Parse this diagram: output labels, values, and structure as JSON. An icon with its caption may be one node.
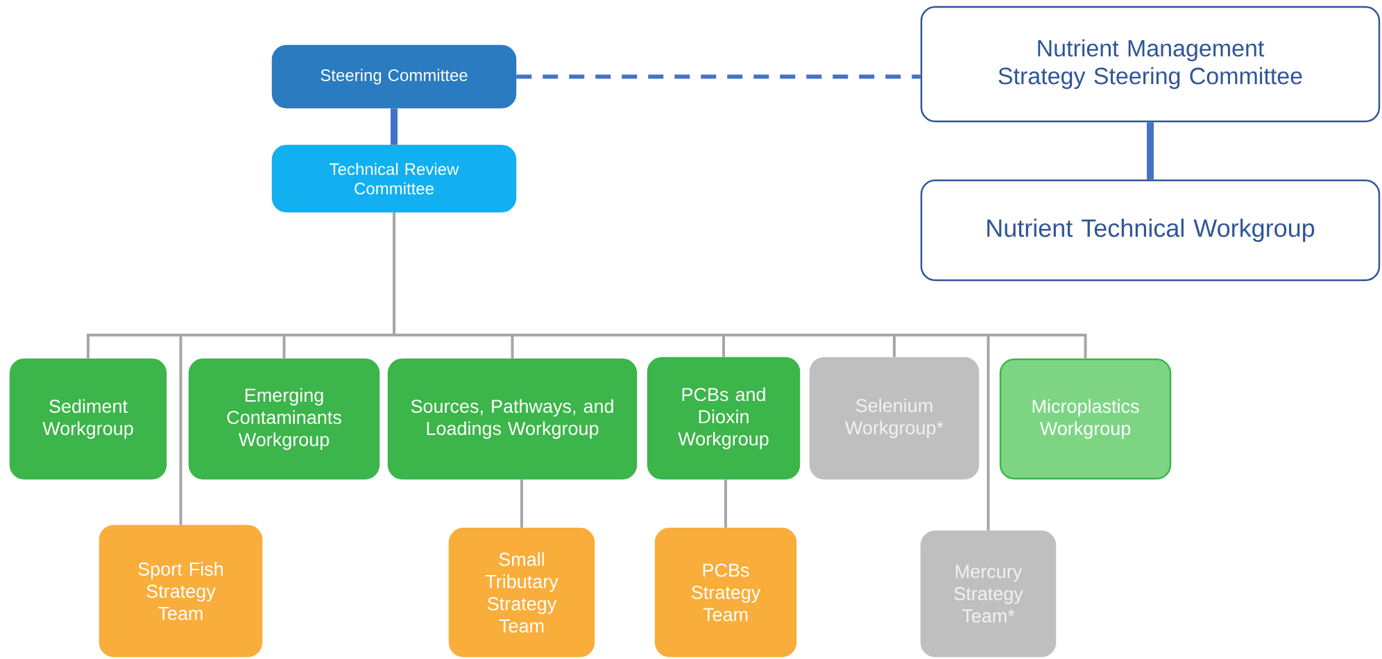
{
  "diagram": {
    "nodes": [
      {
        "text": [
          "Steering Committee"
        ]
      },
      {
        "text": [
          "Nutrient Management Strategy Steering Committee"
        ]
      },
      {
        "text": [
          "Technical Review Committee"
        ]
      },
      {
        "text": [
          "Nutrient Technical Workgroup"
        ]
      },
      {
        "text": [
          "Sediment Workgroup"
        ]
      },
      {
        "text": [
          "Emerging Contaminants Workgroup"
        ]
      },
      {
        "text": [
          "Sources, Pathways, and Loadings Workgroup"
        ]
      },
      {
        "text": [
          "PCBs and Dioxin Workgroup"
        ]
      },
      {
        "text": [
          "Selenium Workgroup*"
        ]
      },
      {
        "text": [
          "Microplastics Workgroup"
        ]
      },
      {
        "text": [
          "Sport Fish Strategy Team"
        ]
      },
      {
        "text": [
          "Small Tributary Strategy Team"
        ]
      },
      {
        "text": [
          "PCBs Strategy Team"
        ]
      },
      {
        "text": [
          "Mercury Strategy Team*"
        ]
      }
    ],
    "edges": [
      {
        "from": 0,
        "to": 1,
        "arrow": "none",
        "style": "dashed",
        "color": "#4472c4"
      },
      {
        "from": 0,
        "to": 2,
        "arrow": "none",
        "style": "thick",
        "color": "#4472c4"
      },
      {
        "from": 1,
        "to": 3,
        "arrow": "none",
        "style": "thick",
        "color": "#4472c4"
      },
      {
        "from": 2,
        "to": 4,
        "arrow": "none"
      },
      {
        "from": 2,
        "to": 10,
        "arrow": "none"
      },
      {
        "from": 2,
        "to": 5,
        "arrow": "none"
      },
      {
        "from": 2,
        "to": 6,
        "arrow": "none"
      },
      {
        "from": 2,
        "to": 7,
        "arrow": "none"
      },
      {
        "from": 2,
        "to": 8,
        "arrow": "none"
      },
      {
        "from": 2,
        "to": 13,
        "arrow": "none"
      },
      {
        "from": 2,
        "to": 9,
        "arrow": "none"
      },
      {
        "from": 6,
        "to": 11,
        "arrow": "none"
      },
      {
        "from": 7,
        "to": 12,
        "arrow": "none"
      }
    ]
  }
}
